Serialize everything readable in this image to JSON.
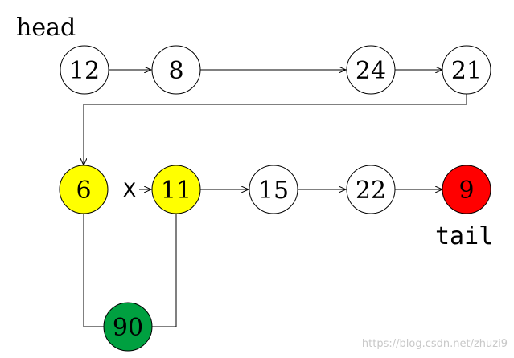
{
  "labels": {
    "head": "head",
    "tail": "tail",
    "removed_link": "X",
    "watermark": "https://blog.csdn.net/zhuzi9"
  },
  "nodes": [
    {
      "id": "n12",
      "value": "12",
      "fill": "#ffffff"
    },
    {
      "id": "n8",
      "value": "8",
      "fill": "#ffffff"
    },
    {
      "id": "n24",
      "value": "24",
      "fill": "#ffffff"
    },
    {
      "id": "n21",
      "value": "21",
      "fill": "#ffffff"
    },
    {
      "id": "n6",
      "value": "6",
      "fill": "#ffff00"
    },
    {
      "id": "n11",
      "value": "11",
      "fill": "#ffff00"
    },
    {
      "id": "n15",
      "value": "15",
      "fill": "#ffffff"
    },
    {
      "id": "n22",
      "value": "22",
      "fill": "#ffffff"
    },
    {
      "id": "n9",
      "value": "9",
      "fill": "#ff0000"
    },
    {
      "id": "n90",
      "value": "90",
      "fill": "#00a040"
    }
  ],
  "edges": [
    {
      "from": "n12",
      "to": "n8",
      "arrow": true
    },
    {
      "from": "n8",
      "to": "n24",
      "arrow": true
    },
    {
      "from": "n24",
      "to": "n21",
      "arrow": true
    },
    {
      "from": "n21",
      "to": "n6",
      "arrow": true
    },
    {
      "from": "n6",
      "to": "n11",
      "arrow": true,
      "crossed": true
    },
    {
      "from": "n11",
      "to": "n15",
      "arrow": true
    },
    {
      "from": "n15",
      "to": "n22",
      "arrow": true
    },
    {
      "from": "n22",
      "to": "n9",
      "arrow": true
    },
    {
      "from": "n6",
      "to": "n90",
      "arrow": false
    },
    {
      "from": "n90",
      "to": "n11",
      "arrow": false
    }
  ]
}
